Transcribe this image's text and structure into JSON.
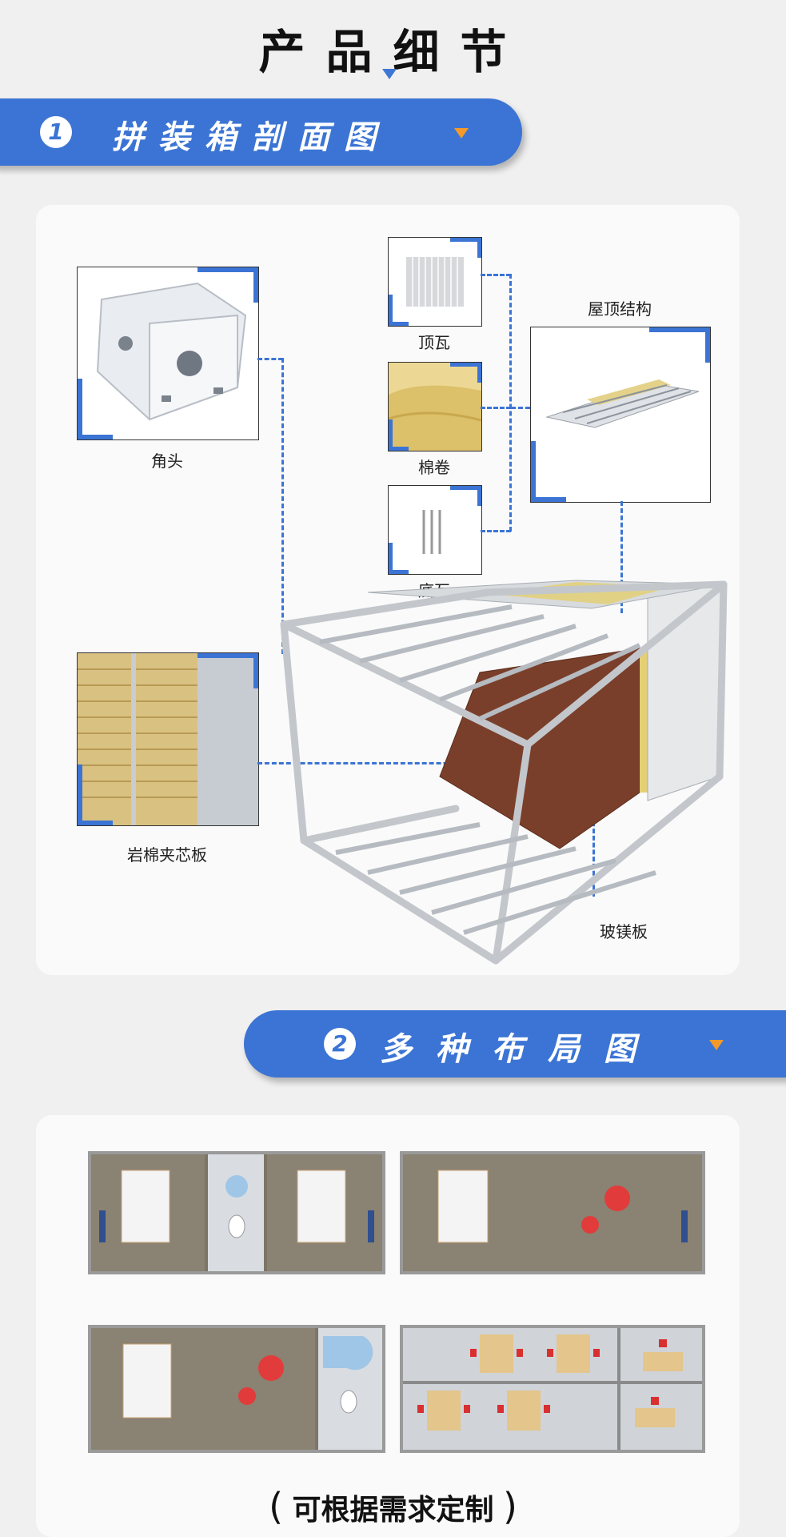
{
  "header": {
    "title": "产品细节"
  },
  "section1": {
    "number": "1",
    "title": "拼装箱剖面图"
  },
  "section2": {
    "number": "2",
    "title": "多种布局图"
  },
  "labels": {
    "corner": "角头",
    "top_tile": "顶瓦",
    "cotton_roll": "棉卷",
    "bottom_tile": "底瓦",
    "roof_structure": "屋顶结构",
    "rock_wool_panel": "岩棉夹芯板",
    "glass_mg_board": "玻镁板"
  },
  "footer": {
    "open": "(",
    "text": "可根据需求定制",
    "close": ")"
  },
  "colors": {
    "accent": "#3b74d4",
    "arrow": "#f39a2b",
    "floor": "#7a3f2a",
    "wool": "#e2cf7a"
  }
}
